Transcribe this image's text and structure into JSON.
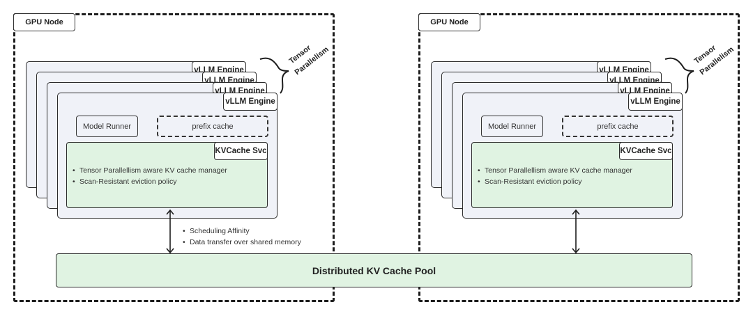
{
  "nodes": [
    {
      "label": "GPU Node",
      "tensor_parallelism_label": "Tensor\nParallelism",
      "tp_word1": "Tensor",
      "tp_word2": "Parallelism",
      "engines": [
        "vLLM Engine",
        "vLLM Engine",
        "vLLM Engine",
        "vLLM Engine"
      ],
      "model_runner": "Model Runner",
      "prefix_cache": "prefix cache",
      "kvcache_svc": {
        "title": "KVCache Svc",
        "bullets": [
          "Tensor Parallellism aware KV cache manager",
          "Scan-Resistant eviction policy"
        ]
      }
    },
    {
      "label": "GPU Node",
      "tp_word1": "Tensor",
      "tp_word2": "Parallelism",
      "engines": [
        "vLLM Engine",
        "vLLM Engine",
        "vLLM Engine",
        "vLLM Engine"
      ],
      "model_runner": "Model Runner",
      "prefix_cache": "prefix cache",
      "kvcache_svc": {
        "title": "KVCache Svc",
        "bullets": [
          "Tensor Parallellism aware KV cache manager",
          "Scan-Resistant eviction policy"
        ]
      }
    }
  ],
  "connection_notes": [
    "Scheduling Affinity",
    "Data transfer over shared memory"
  ],
  "pool": {
    "label": "Distributed KV Cache Pool"
  },
  "colors": {
    "engine_bg": "#f0f2f8",
    "kv_green": "#e0f3e2",
    "stroke": "#2c2c2c"
  }
}
